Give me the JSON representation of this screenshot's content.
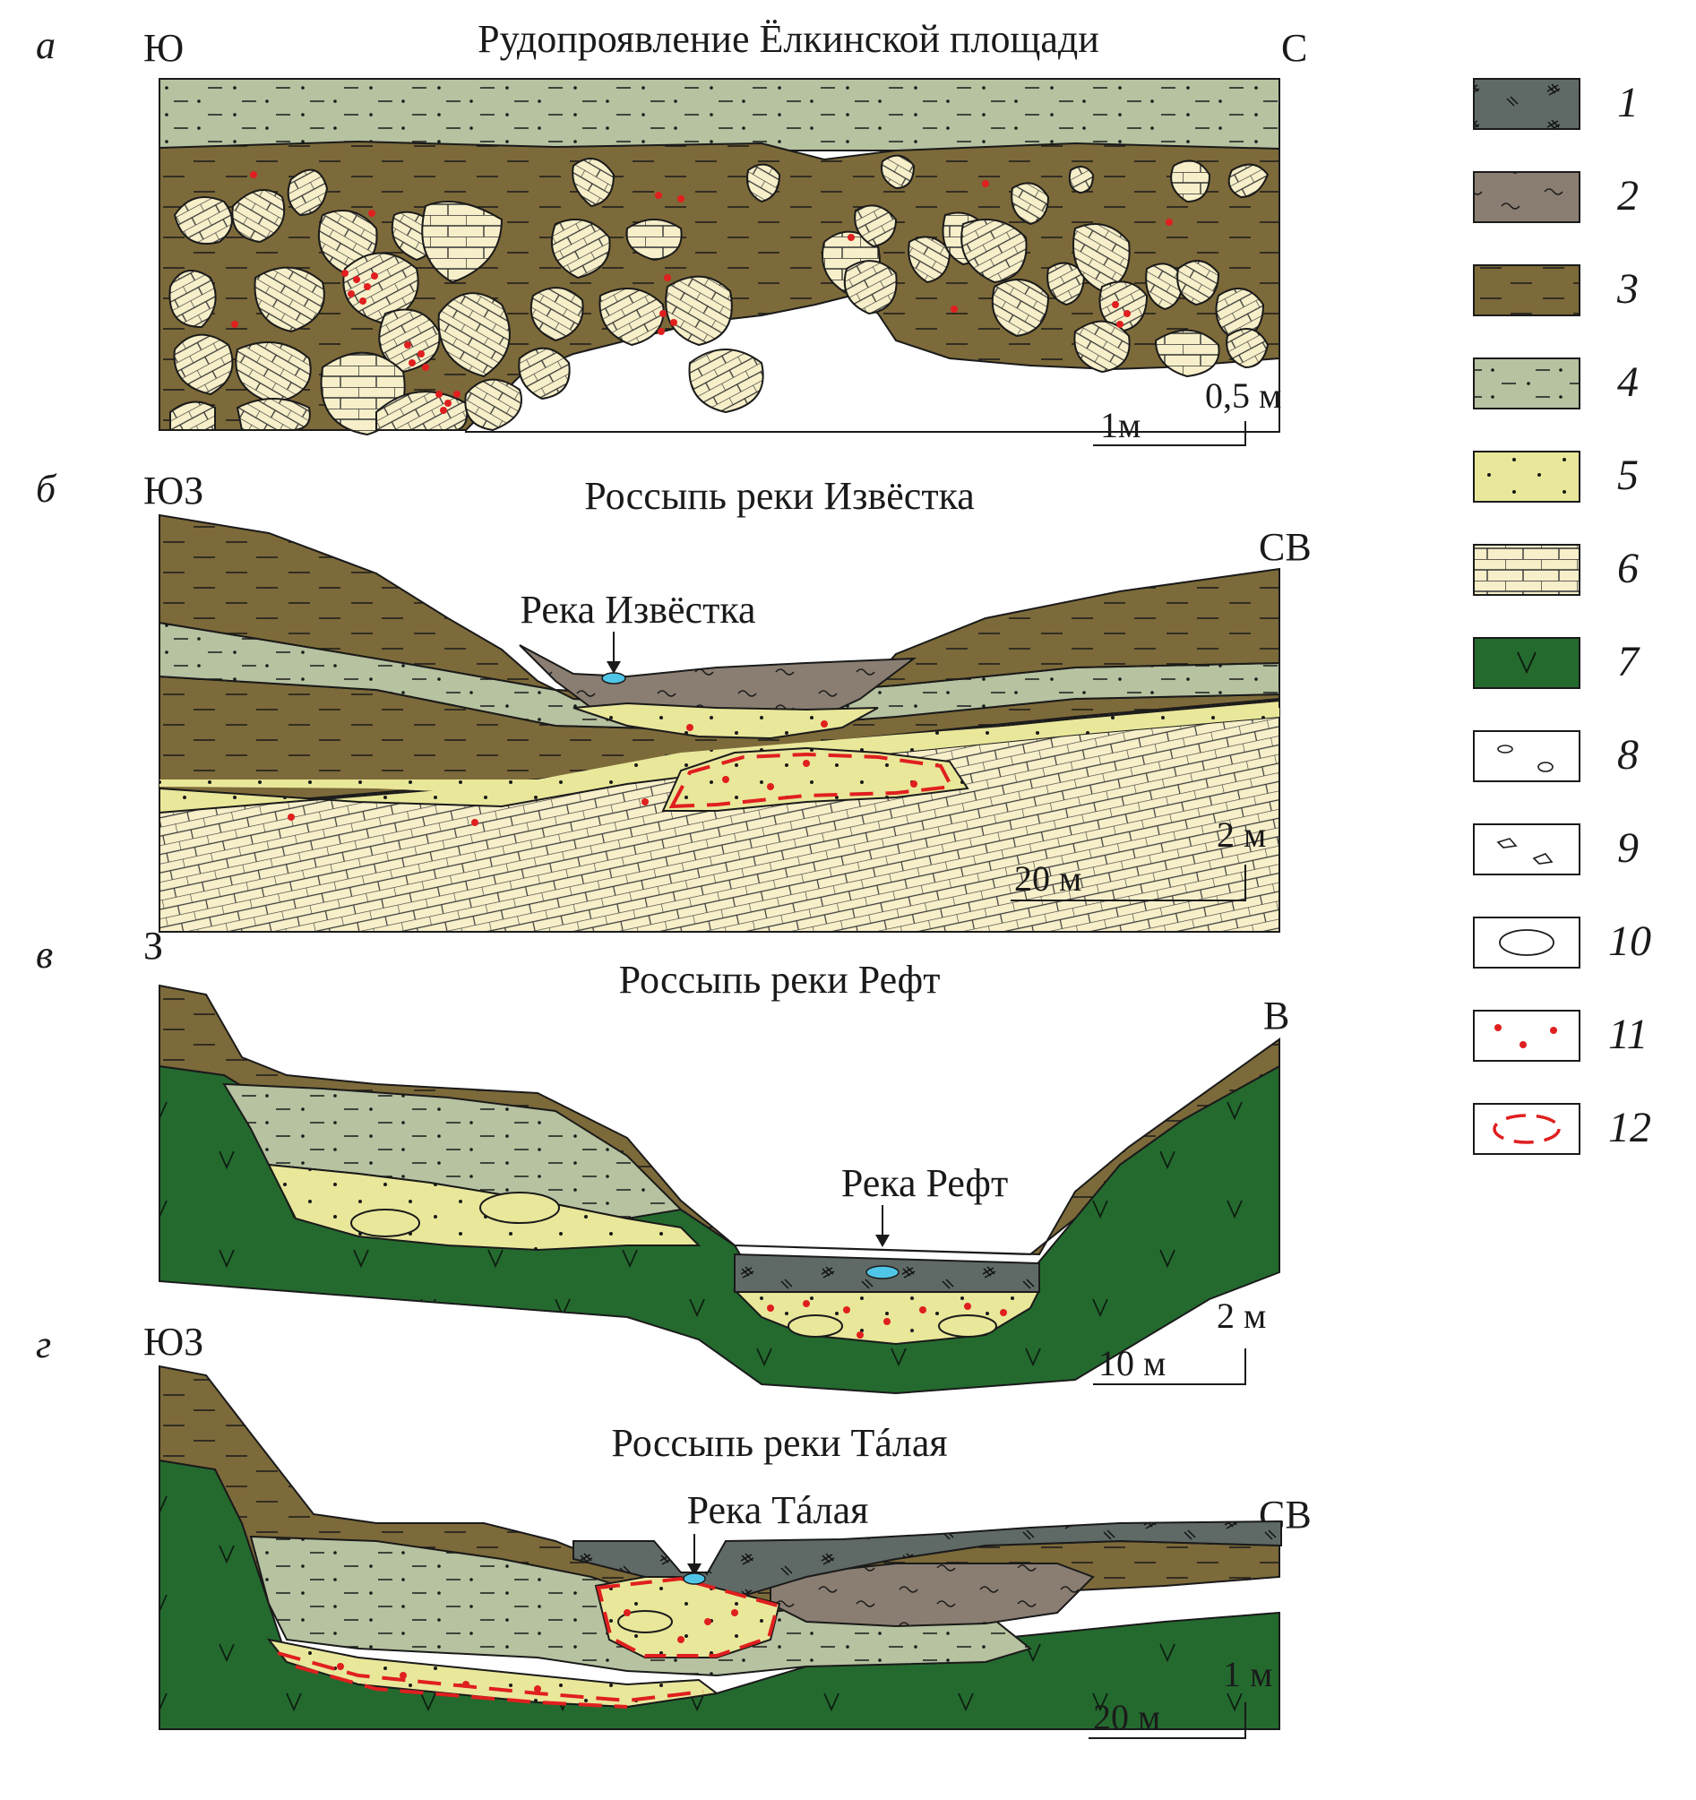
{
  "colors": {
    "clay_brown": "#7d6a3a",
    "loam_green_grey": "#b6c2a0",
    "sand_yellow": "#e9e79a",
    "limestone_cream": "#f6efc9",
    "greenstone_green": "#246a2f",
    "dark_grey_peat": "#5f6a66",
    "brown_grey_silt": "#8a7e72",
    "gold_grains": "#e01f1f",
    "contour_red": "#e01f1f",
    "river_water": "#4fc6e8"
  },
  "panels": [
    {
      "id": "a",
      "label": "а",
      "title": "Рудопроявление Ёлкинской площади",
      "dir_left": "Ю",
      "dir_right": "С",
      "scale_h": "1м",
      "scale_v": "0,5 м",
      "river": ""
    },
    {
      "id": "b",
      "label": "б",
      "title": "Россыпь реки Извёстка",
      "dir_left": "ЮЗ",
      "dir_right": "СВ",
      "scale_h": "20 м",
      "scale_v": "2 м",
      "river": "Река Извёстка"
    },
    {
      "id": "v",
      "label": "в",
      "title": "Россыпь реки Рефт",
      "dir_left": "З",
      "dir_right": "В",
      "scale_h": "10 м",
      "scale_v": "2 м",
      "river": "Река Рефт"
    },
    {
      "id": "g",
      "label": "г",
      "title": "Россыпь реки Тáлая",
      "dir_left": "ЮЗ",
      "dir_right": "СВ",
      "scale_h": "20 м",
      "scale_v": "1 м",
      "river": "Река Тáлая"
    }
  ],
  "legend": [
    {
      "num": "1",
      "icon": "hash-marks-on-dark-grey"
    },
    {
      "num": "2",
      "icon": "tilde-marks-on-brown-grey"
    },
    {
      "num": "3",
      "icon": "dashes-on-brown"
    },
    {
      "num": "4",
      "icon": "dots-and-dashes-on-grey-green"
    },
    {
      "num": "5",
      "icon": "dots-on-yellow"
    },
    {
      "num": "6",
      "icon": "brick-pattern-on-cream"
    },
    {
      "num": "7",
      "icon": "v-marks-on-green"
    },
    {
      "num": "8",
      "icon": "small-pebbles"
    },
    {
      "num": "9",
      "icon": "angular-fragments"
    },
    {
      "num": "10",
      "icon": "large-boulder"
    },
    {
      "num": "11",
      "icon": "red-dots-gold"
    },
    {
      "num": "12",
      "icon": "red-dashed-contour"
    }
  ]
}
